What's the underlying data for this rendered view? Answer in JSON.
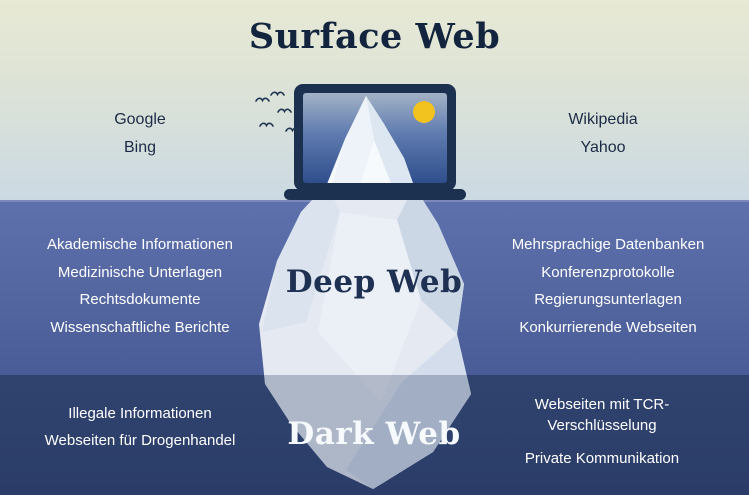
{
  "surface": {
    "title": "Surface Web",
    "left_items": [
      "Google",
      "Bing"
    ],
    "right_items": [
      "Wikipedia",
      "Yahoo"
    ]
  },
  "deep": {
    "title": "Deep Web",
    "left_items": [
      "Akademische Informationen",
      "Medizinische Unterlagen",
      "Rechtsdokumente",
      "Wissenschaftliche Berichte"
    ],
    "right_items": [
      "Mehrsprachige Datenbanken",
      "Konferenzprotokolle",
      "Regierungsunterlagen",
      "Konkurrierende Webseiten"
    ]
  },
  "dark": {
    "title": "Dark Web",
    "left_items": [
      "Illegale Informationen",
      "Webseiten für Drogenhandel"
    ],
    "right_items": [
      "Webseiten mit TCR-Verschlüsselung",
      "Private Kommunikation"
    ]
  },
  "icons": {
    "laptop": "laptop-illustration",
    "iceberg": "iceberg-illustration",
    "sun": "sun-icon",
    "birds": "birds-icon"
  },
  "colors": {
    "surface_band_top": "#e7e9d4",
    "surface_band_bottom": "#cbd9e2",
    "deep_band_top": "#5e71ad",
    "deep_band_bottom": "#4a5c98",
    "dark_band_top": "#30436f",
    "dark_band_bottom": "#2b3c68",
    "title_dark": "#13253e",
    "deep_title": "#1e3152",
    "text_light": "#ffffff",
    "laptop_body": "#1c3050",
    "sun": "#f2c31f",
    "iceberg": "#f2f6fa"
  }
}
